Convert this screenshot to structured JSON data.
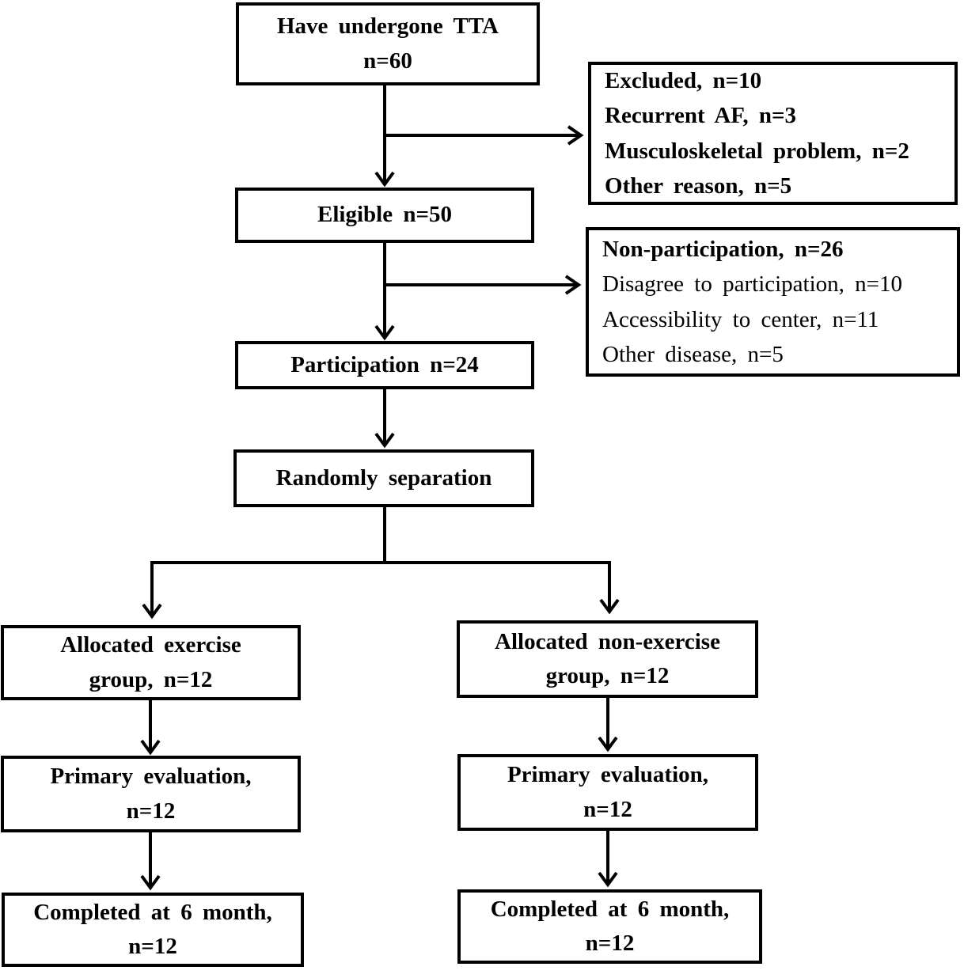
{
  "diagram": {
    "colors": {
      "stroke": "#000000",
      "background": "#ffffff",
      "text": "#000000"
    },
    "nodes": {
      "tta": {
        "lines": [
          "Have undergone TTA",
          "n=60"
        ]
      },
      "excluded": {
        "lines": [
          "Excluded, n=10",
          "Recurrent AF, n=3",
          "Musculoskeletal problem, n=2",
          "Other reason, n=5"
        ]
      },
      "eligible": {
        "lines": [
          "Eligible n=50"
        ]
      },
      "non_participation": {
        "lines": [
          "Non-participation, n=26",
          "Disagree to participation, n=10",
          "Accessibility to center, n=11",
          "Other disease, n=5"
        ]
      },
      "participation": {
        "lines": [
          "Participation n=24"
        ]
      },
      "randomly_separation": {
        "lines": [
          "Randomly separation"
        ]
      },
      "allocated_exercise": {
        "lines": [
          "Allocated exercise",
          "group, n=12"
        ]
      },
      "allocated_non_exercise": {
        "lines": [
          "Allocated non-exercise",
          "group, n=12"
        ]
      },
      "primary_evaluation_exercise": {
        "lines": [
          "Primary evaluation,",
          "n=12"
        ]
      },
      "primary_evaluation_non_exercise": {
        "lines": [
          "Primary evaluation,",
          "n=12"
        ]
      },
      "completed_exercise": {
        "lines": [
          "Completed at 6 month,",
          "n=12"
        ]
      },
      "completed_non_exercise": {
        "lines": [
          "Completed at 6 month,",
          "n=12"
        ]
      }
    }
  }
}
